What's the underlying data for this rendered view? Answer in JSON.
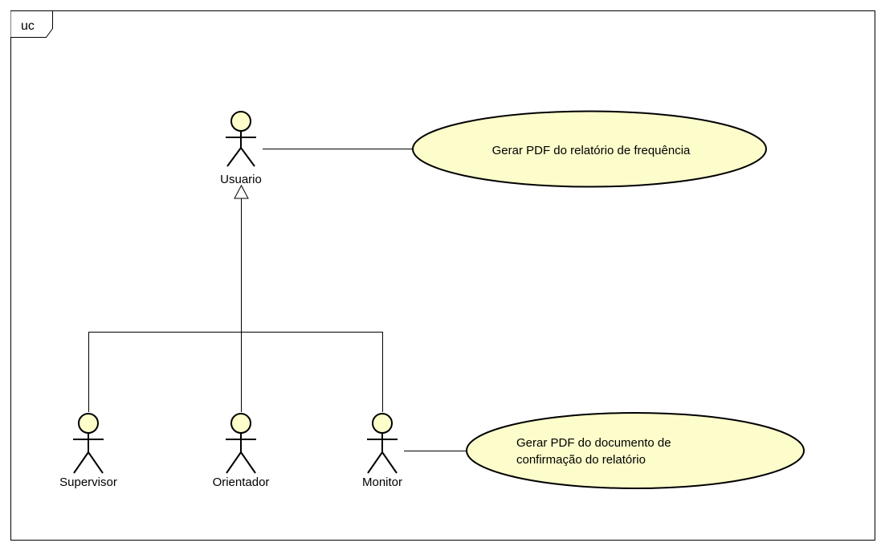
{
  "frame": {
    "label": "uc"
  },
  "actors": {
    "usuario": {
      "name": "Usuario"
    },
    "supervisor": {
      "name": "Supervisor"
    },
    "orientador": {
      "name": "Orientador"
    },
    "monitor": {
      "name": "Monitor"
    }
  },
  "use_cases": {
    "uc1": {
      "lines": [
        "Gerar PDF do relatório de frequência"
      ]
    },
    "uc2": {
      "line1": "Gerar PDF do documento de",
      "line2": "confirmação do relatório"
    }
  },
  "colors": {
    "actor_fill": "#ffffcc",
    "usecase_fill": "#fdfccb",
    "stroke": "#000000"
  }
}
